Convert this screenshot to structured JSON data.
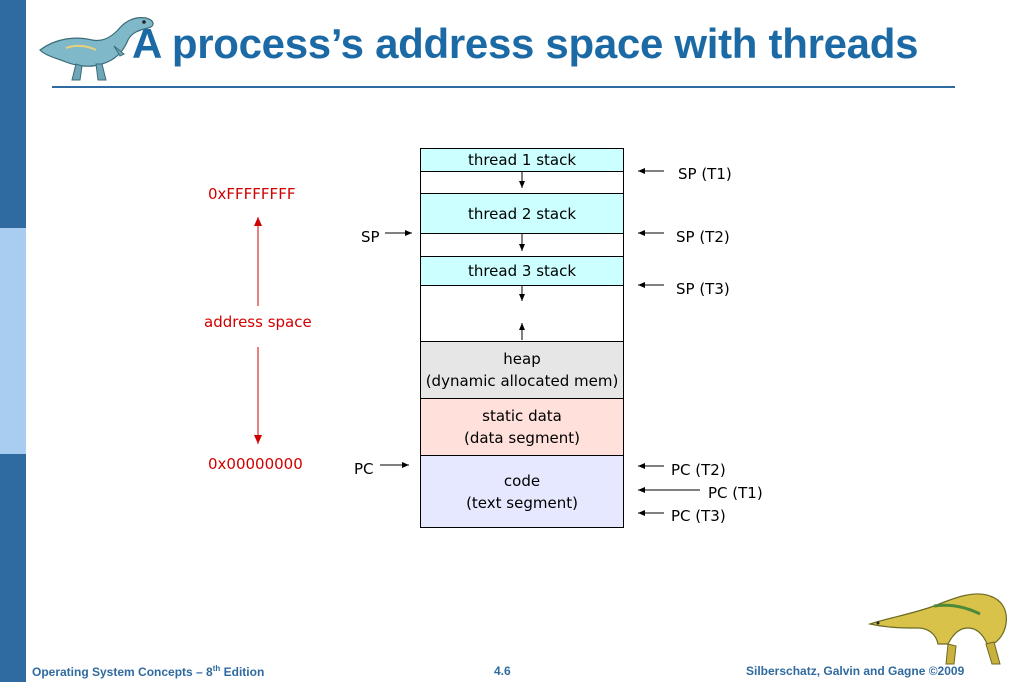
{
  "title": "A process’s address space with threads",
  "regions": {
    "thread1": "thread 1 stack",
    "thread2": "thread 2 stack",
    "thread3": "thread 3 stack",
    "heap_line1": "heap",
    "heap_line2": "(dynamic allocated mem)",
    "static_line1": "static data",
    "static_line2": "(data segment)",
    "code_line1": "code",
    "code_line2": "(text segment)"
  },
  "left_labels": {
    "top_address": "0xFFFFFFFF",
    "middle": "address space",
    "bottom_address": "0x00000000",
    "sp": "SP",
    "pc": "PC"
  },
  "right_labels": {
    "sp_t1": "SP (T1)",
    "sp_t2": "SP (T2)",
    "sp_t3": "SP (T3)",
    "pc_t2": "PC (T2)",
    "pc_t1": "PC (T1)",
    "pc_t3": "PC (T3)"
  },
  "footer": {
    "left": "Operating System Concepts – 8",
    "left_sup": "th",
    "left_suffix": " Edition",
    "center": "4.6",
    "right": "Silberschatz, Galvin and Gagne ©2009"
  },
  "colors": {
    "title": "#1c6aa5",
    "stack": "#ccffff",
    "heap": "#e6e6e6",
    "static": "#ffe0da",
    "code": "#e6e8ff",
    "address_label": "#d10000"
  }
}
